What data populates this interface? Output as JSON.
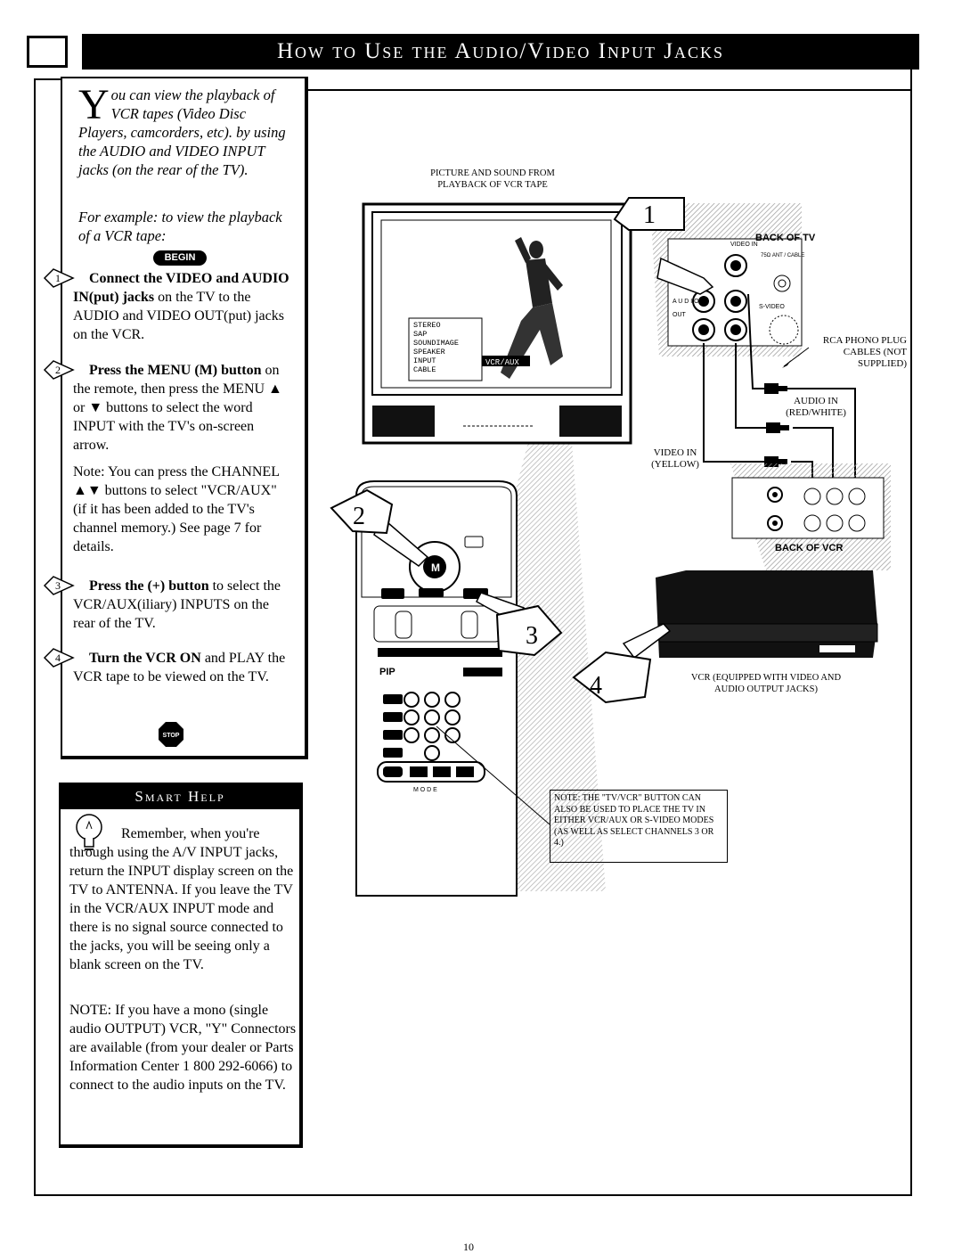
{
  "header": {
    "title": "How to Use the Audio/Video Input Jacks"
  },
  "intro": {
    "dropcap": "Y",
    "text": "ou can view the playback of VCR tapes (Video Disc Players, camcorders, etc). by using the AUDIO and VIDEO INPUT jacks (on the rear of the TV).",
    "example": "For example: to view the playback of a VCR tape:",
    "begin_badge": "BEGIN"
  },
  "steps": [
    {
      "num": "1",
      "bold": "Connect the VIDEO and AUDIO IN(put) jacks",
      "text": " on the TV to the AUDIO and VIDEO OUT(put) jacks on the VCR."
    },
    {
      "num": "2",
      "bold": "Press the MENU (M) button",
      "text": " on the remote, then press the MENU ▲ or ▼ buttons to select the word INPUT with the TV's on-screen arrow.",
      "note": "Note: You can press the CHANNEL ▲▼ buttons to select \"VCR/AUX\" (if it has been added to the TV's channel memory.) See page 7 for details."
    },
    {
      "num": "3",
      "bold": "Press the (+) button",
      "text": " to select the VCR/AUX(iliary) INPUTS on the rear of the TV."
    },
    {
      "num": "4",
      "bold": "Turn the VCR ON",
      "text": " and PLAY the VCR tape to be viewed on the TV."
    }
  ],
  "stop_badge": "STOP",
  "smart_help": {
    "title": "Smart Help",
    "text1": "Remember, when you're through using the A/V INPUT jacks, return the INPUT display screen on the TV to ANTENNA. If you leave the TV in the VCR/AUX INPUT mode and there is no signal source connected to the jacks, you will be seeing only a blank screen on the TV.",
    "text2": "NOTE: If you have a mono (single audio OUTPUT) VCR, \"Y\" Connectors are available (from your dealer or Parts Information Center 1 800 292-6066) to connect to the audio inputs on the TV."
  },
  "diagram": {
    "tv_caption": "PICTURE AND SOUND FROM PLAYBACK OF VCR TAPE",
    "back_of_tv": "BACK OF TV",
    "jack_video_in": "VIDEO IN",
    "jack_ant_cable": "75Ω ANT / CABLE",
    "jack_svideo": "S-VIDEO",
    "jack_out": "OUT",
    "audio_letters": "A U D I O",
    "menu_items": [
      "STEREO",
      "SAP",
      "SOUNDIMAGE",
      "SPEAKER",
      "INPUT",
      "CABLE"
    ],
    "menu_highlight": "VCR/AUX",
    "rca_label": "RCA PHONO PLUG CABLES (NOT SUPPLIED)",
    "audio_in_label": "AUDIO IN (RED/WHITE)",
    "video_in_label": "VIDEO IN (YELLOW)",
    "back_of_vcr": "BACK OF VCR",
    "vcr_caption": "VCR (EQUIPPED WITH VIDEO AND AUDIO OUTPUT JACKS)",
    "note": "NOTE: THE \"TV/VCR\" BUTTON CAN ALSO BE USED TO PLACE THE TV IN EITHER VCR/AUX OR S-VIDEO MODES (AS WELL AS SELECT CHANNELS 3 OR 4.)",
    "remote_mode": "M O D E",
    "callouts": [
      "1",
      "2",
      "3",
      "4"
    ]
  },
  "page_number": "10"
}
